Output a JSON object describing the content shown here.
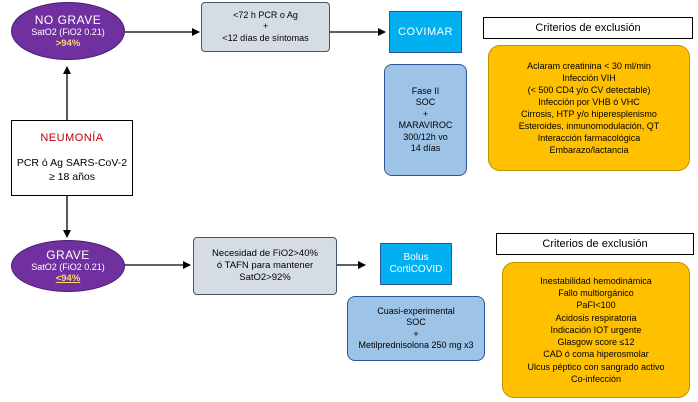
{
  "no_grave": {
    "title": "NO GRAVE",
    "sat": "SatO2 (FiO2 0.21)",
    "value": ">94%"
  },
  "neumonia": {
    "title": "NEUMONÍA",
    "line1": "PCR ó Ag SARS-CoV-2",
    "line2": "≥ 18 años"
  },
  "grave": {
    "title": "GRAVE",
    "sat": "SatO2 (FiO2 0.21)",
    "value": "<94%"
  },
  "top_condition": {
    "lines": [
      "<72 h PCR o Ag",
      "+",
      "<12 días de síntomas"
    ]
  },
  "bottom_condition": {
    "lines": [
      "Necesidad de FiO2>40%",
      "ó TAFN para mantener",
      "SatO2>92%"
    ]
  },
  "covimar": {
    "label": "COVIMAR"
  },
  "fase2": {
    "lines": [
      "Fase II",
      "SOC",
      "+",
      "MARAVIROC",
      "300/12h vo",
      "14 días"
    ]
  },
  "bolus": {
    "lines": [
      "Bolus",
      "CortiCOVID"
    ]
  },
  "cuasi": {
    "lines": [
      "Cuasi-experimental",
      "SOC",
      "+",
      "Metilprednisolona 250 mg x3"
    ]
  },
  "criterios_top": {
    "title": "Criterios de exclusión",
    "items": [
      "Aclaram creatinina < 30 ml/min",
      "Infección VIH",
      "(< 500 CD4 y/o CV detectable)",
      "Infección por VHB ó VHC",
      "Cirrosis, HTP y/o hiperesplenismo",
      "Esteroides, inmunomodulación, QT",
      "Interacción farmacológica",
      "Embarazo/lactancia"
    ]
  },
  "criterios_bottom": {
    "title": "Criterios de exclusión",
    "items": [
      "Inestabilidad hemodinámica",
      "Fallo multiorgánico",
      "PaFI<100",
      "Acidosis respiratoria",
      "Indicación IOT urgente",
      "Glasgow score ≤12",
      "CAD ó coma hiperosmolar",
      "Ulcus péptico con sangrado activo",
      "Co-infección"
    ]
  },
  "colors": {
    "purple": "#7030a0",
    "red_title": "#c00000",
    "yellow_value": "#ffd966",
    "cyan": "#00b0f0",
    "light_blue": "#9dc3e6",
    "grey": "#d6dce4",
    "orange": "#ffc000"
  }
}
